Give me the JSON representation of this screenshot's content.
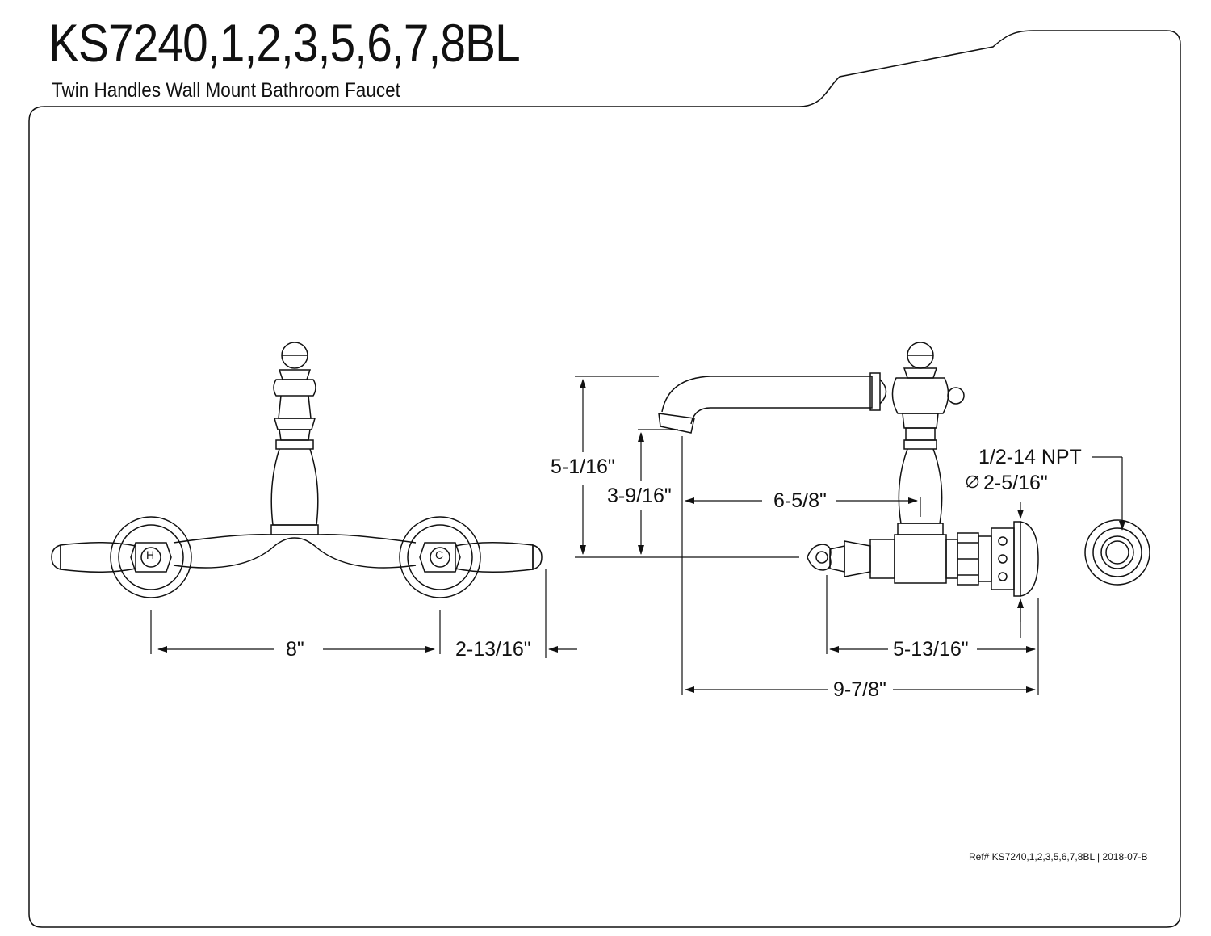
{
  "header": {
    "title": "KS7240,1,2,3,5,6,7,8BL",
    "subtitle": "Twin Handles Wall Mount Bathroom Faucet"
  },
  "front_view": {
    "hot_marker": "H",
    "cold_marker": "C",
    "dim_center_spread": "8\"",
    "dim_handle_overhang": "2-13/16\""
  },
  "side_view": {
    "dim_total_height": "5-1/16\"",
    "dim_spout_clearance": "3-9/16\"",
    "dim_spout_reach": "6-5/8\"",
    "thread_spec": "1/2-14 NPT",
    "dim_escutcheon_diameter": "2-5/16\"",
    "dim_body_depth": "5-13/16\"",
    "dim_total_depth": "9-7/8\""
  },
  "footer": {
    "reference": "Ref# KS7240,1,2,3,5,6,7,8BL | 2018-07-B"
  },
  "icons": {
    "diameter_symbol": "diameter-icon"
  },
  "colors": {
    "line": "#111111",
    "background": "#ffffff"
  }
}
